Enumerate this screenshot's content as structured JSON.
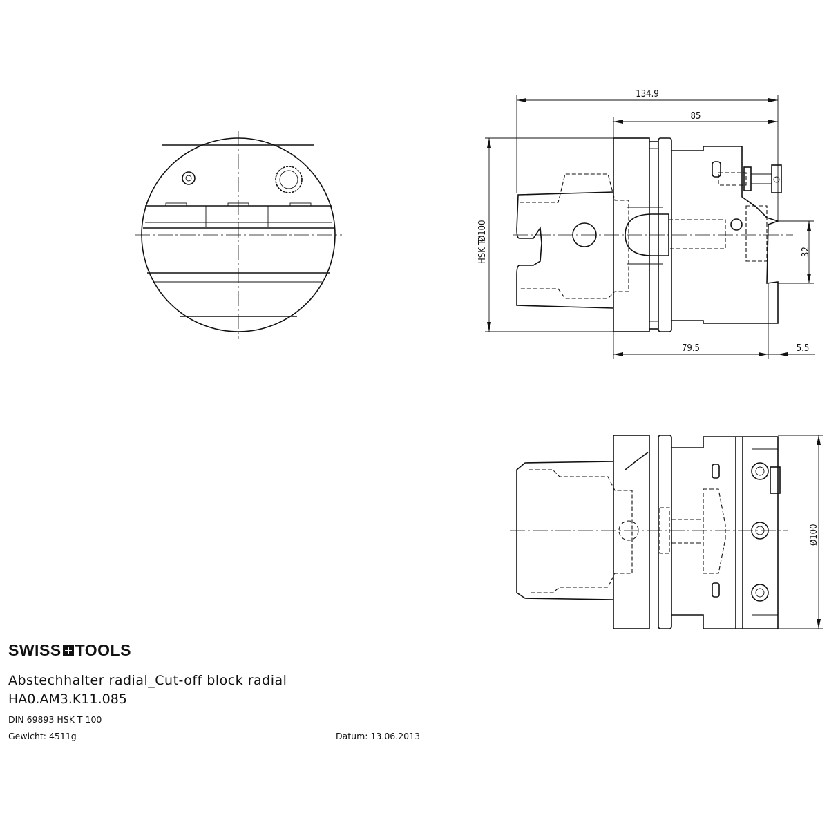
{
  "dimensions": {
    "overall_length": "134.9",
    "head_length": "85",
    "shank_label": "HSK T",
    "shank_diameter": "Ø100",
    "center_height": "32",
    "body_length": "79.5",
    "offset": "5.5",
    "body_diameter": "Ø100"
  },
  "title_block": {
    "logo_left": "SWISS",
    "logo_right": "TOOLS",
    "title": "Abstechhalter radial_Cut-off block radial",
    "part_number": "HA0.AM3.K11.085",
    "standard": "DIN 69893 HSK  T  100",
    "weight": "Gewicht:  4511g",
    "date": "Datum:  13.06.2013"
  }
}
